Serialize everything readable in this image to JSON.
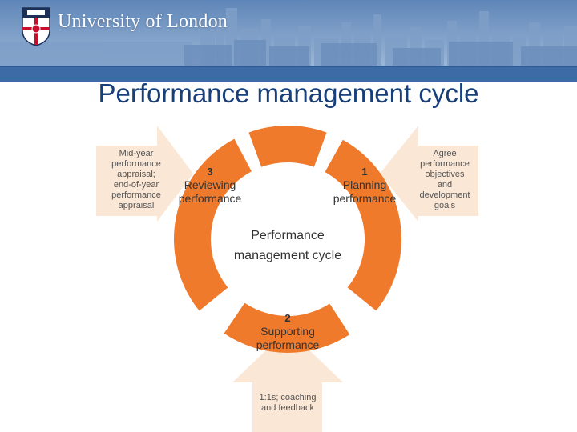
{
  "header": {
    "university_name": "University of London",
    "banner_color": "#2f5a91",
    "stripe_color": "#3d6ba6"
  },
  "slide": {
    "title": "Performance management cycle",
    "title_color": "#17407a"
  },
  "diagram": {
    "center_label_line1": "Performance",
    "center_label_line2": "management cycle",
    "segment_color": "#f07a2b",
    "arrow_color": "#fbe7d5",
    "stages": [
      {
        "number": "1",
        "line1": "Planning",
        "line2": "performance"
      },
      {
        "number": "2",
        "line1": "Supporting",
        "line2": "performance"
      },
      {
        "number": "3",
        "line1": "Reviewing",
        "line2": "performance"
      }
    ],
    "inputs": {
      "left_lines": [
        "Mid-year",
        "performance",
        "appraisal;",
        "end-of-year",
        "performance",
        "appraisal"
      ],
      "right_lines": [
        "Agree",
        "performance",
        "objectives",
        "and",
        "development",
        "goals"
      ],
      "bottom_lines": [
        "1:1s; coaching",
        "and feedback"
      ]
    }
  }
}
